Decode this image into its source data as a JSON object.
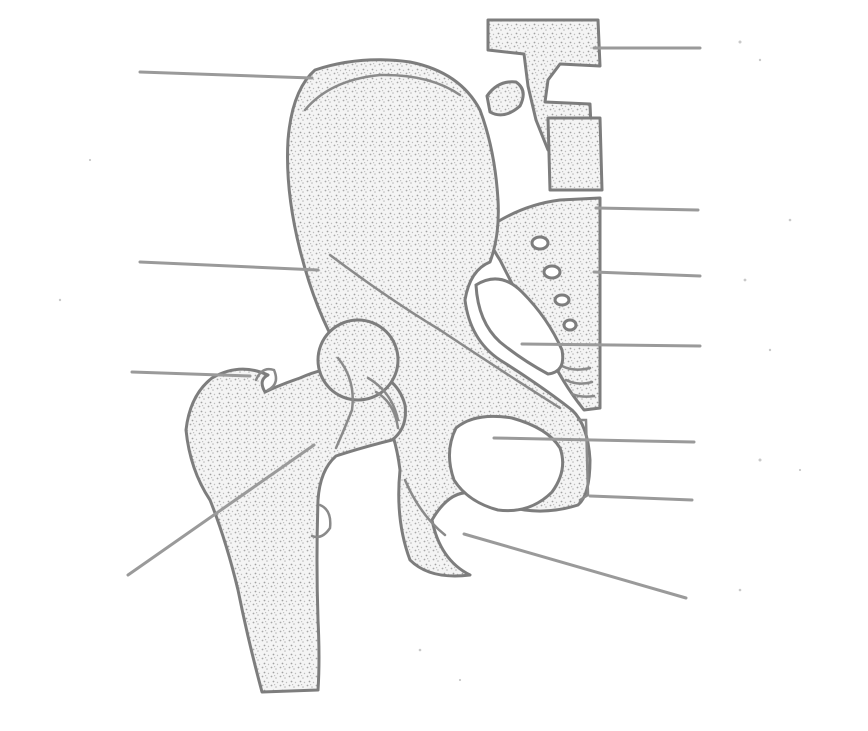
{
  "diagram": {
    "subject": "hip-joint-anatomy-blank-labels",
    "colors": {
      "bone_outline": "#7d7d7d",
      "stipple": "#b5b5b5",
      "leader_line": "#9a9a9a",
      "background": "#ffffff"
    },
    "labels_left_count": 4,
    "labels_right_count": 7
  }
}
